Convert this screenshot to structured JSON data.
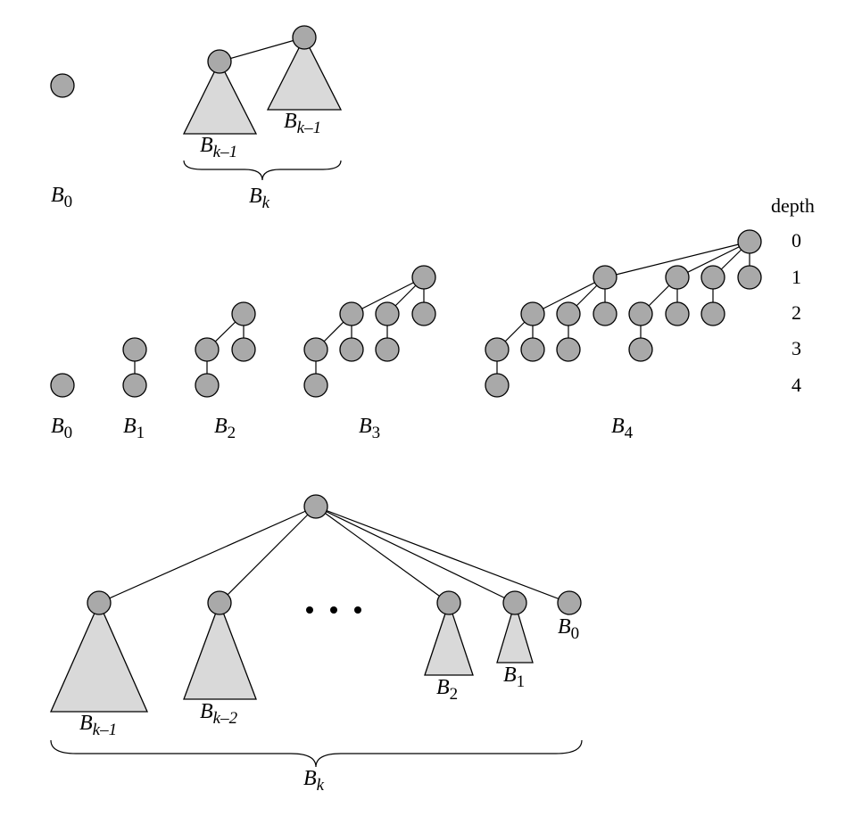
{
  "top": {
    "b0": {
      "main": "B",
      "sub": "0"
    },
    "left_subtree": {
      "main": "B",
      "sub": "k–1"
    },
    "right_subtree": {
      "main": "B",
      "sub": "k–1"
    },
    "whole": {
      "main": "B",
      "sub": "k"
    }
  },
  "middle": {
    "depth_header": "depth",
    "depths": [
      "0",
      "1",
      "2",
      "3",
      "4"
    ],
    "trees": [
      {
        "main": "B",
        "sub": "0"
      },
      {
        "main": "B",
        "sub": "1"
      },
      {
        "main": "B",
        "sub": "2"
      },
      {
        "main": "B",
        "sub": "3"
      },
      {
        "main": "B",
        "sub": "4"
      }
    ]
  },
  "bottom": {
    "subtrees": [
      {
        "main": "B",
        "sub": "k–1"
      },
      {
        "main": "B",
        "sub": "k–2"
      },
      {
        "main": "B",
        "sub": "2"
      },
      {
        "main": "B",
        "sub": "1"
      },
      {
        "main": "B",
        "sub": "0"
      }
    ],
    "whole": {
      "main": "B",
      "sub": "k"
    }
  },
  "colors": {
    "node": "#a9a9a9",
    "triangle": "#d9d9d9"
  }
}
